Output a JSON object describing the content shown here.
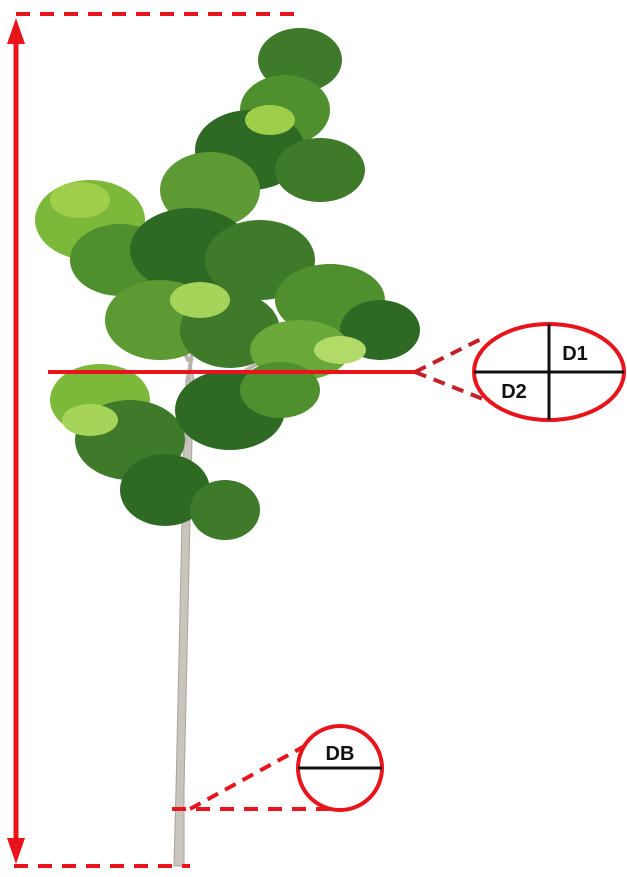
{
  "diagram": {
    "labels": {
      "d1": "D1",
      "d2": "D2",
      "db": "DB"
    },
    "colors": {
      "annotation_red": "#e8141c",
      "label_black": "#111111",
      "trunk_gray": "#c9c4bd",
      "leaf_dark": "#2f6a24",
      "leaf_mid": "#4f8f2e",
      "leaf_light": "#9fcf4a"
    },
    "icons": {
      "height_arrow": "double-arrow-vertical",
      "tree": "tree-illustration"
    }
  }
}
